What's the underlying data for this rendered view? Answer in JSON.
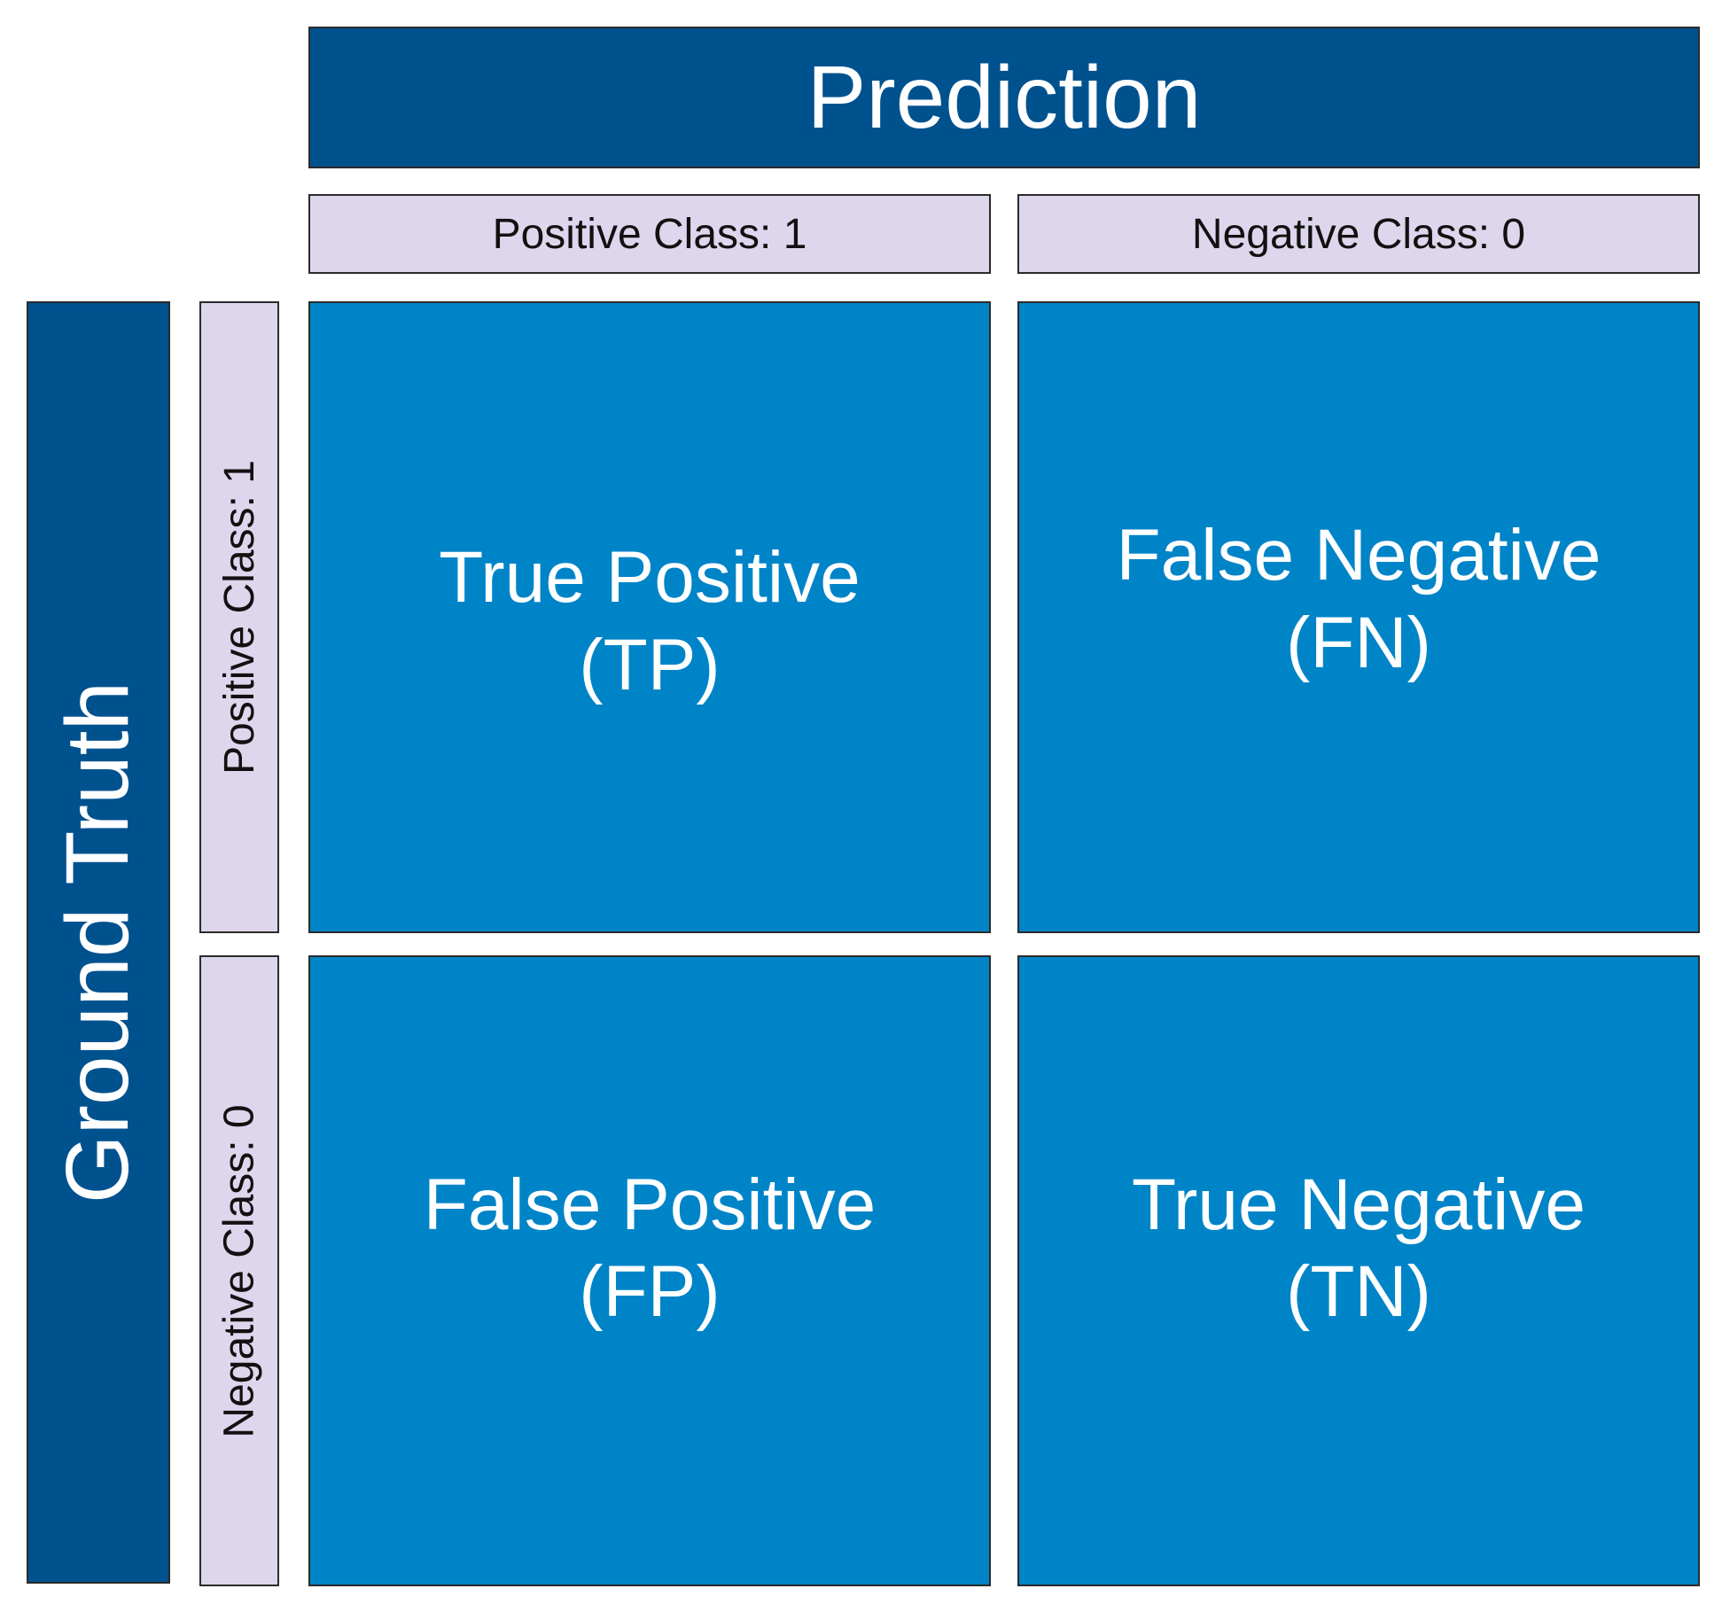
{
  "diagram": {
    "prediction_title": "Prediction",
    "ground_truth_title": "Ground Truth",
    "prediction_classes": [
      "Positive Class: 1",
      "Negative Class: 0"
    ],
    "truth_classes": [
      "Positive Class: 1",
      "Negative Class: 0"
    ],
    "cells": {
      "tp": {
        "name": "True Positive",
        "abbr": "(TP)"
      },
      "fn": {
        "name": "False Negative",
        "abbr": "(FN)"
      },
      "fp": {
        "name": "False Positive",
        "abbr": "(FP)"
      },
      "tn": {
        "name": "True Negative",
        "abbr": "(TN)"
      }
    },
    "colors": {
      "header_dark": "#00528f",
      "class_label_bg": "#ded6ec",
      "cell_bg": "#0084c8",
      "cell_text": "#ffffff",
      "border": "#2b2b2b"
    }
  }
}
